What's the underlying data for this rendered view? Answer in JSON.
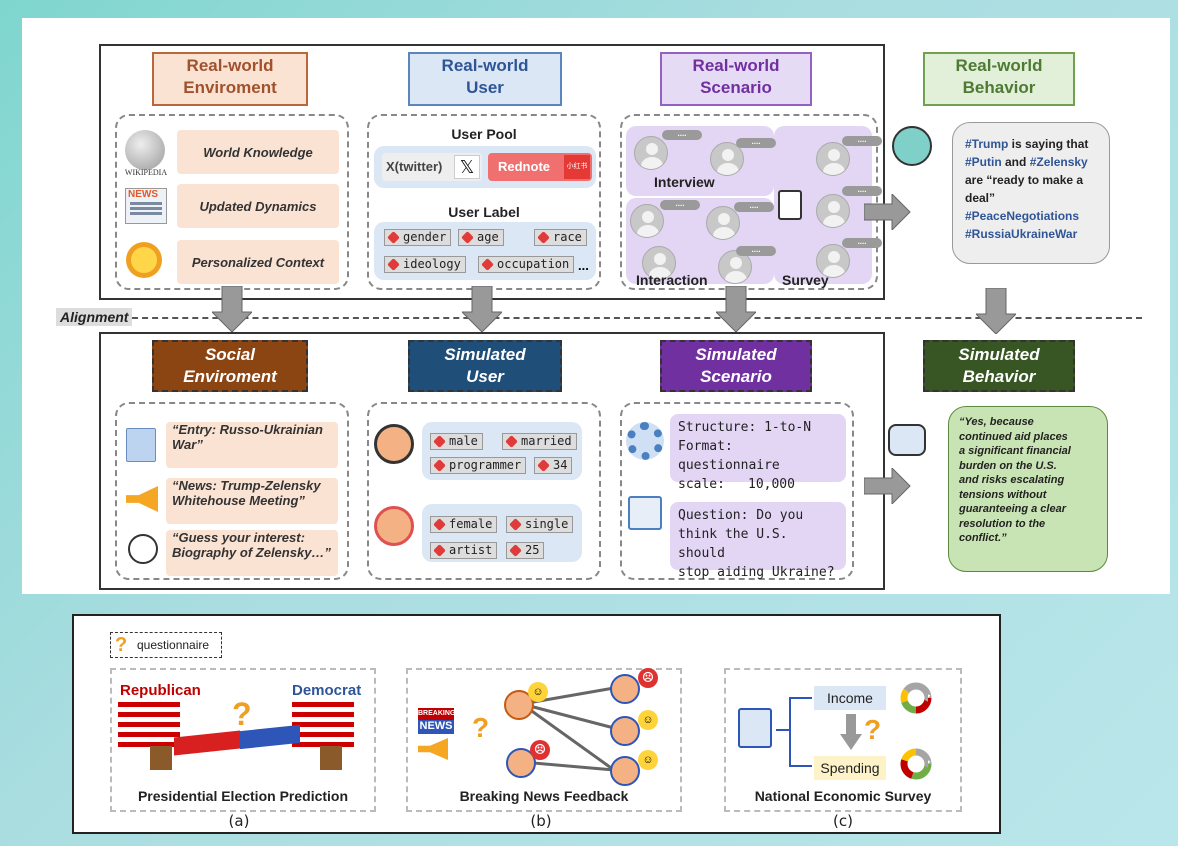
{
  "top": {
    "real_headers": [
      {
        "line1": "Real-world",
        "line2": "Enviroment"
      },
      {
        "line1": "Real-world",
        "line2": "User"
      },
      {
        "line1": "Real-world",
        "line2": "Scenario"
      },
      {
        "line1": "Real-world",
        "line2": "Behavior"
      }
    ],
    "sim_headers": [
      {
        "line1": "Social",
        "line2": "Enviroment"
      },
      {
        "line1": "Simulated",
        "line2": "User"
      },
      {
        "line1": "Simulated",
        "line2": "Scenario"
      },
      {
        "line1": "Simulated",
        "line2": "Behavior"
      }
    ],
    "alignment_label": "Alignment",
    "environment_items": [
      "World Knowledge",
      "Updated Dynamics",
      "Personalized Context"
    ],
    "wikipedia_label": "WIKIPEDIA",
    "news_label": "NEWS",
    "user_pool_title": "User Pool",
    "platforms": [
      "X(twitter)",
      "Rednote"
    ],
    "rednote_badge": "小红书",
    "user_label_title": "User Label",
    "user_labels": [
      "gender",
      "age",
      "race",
      "ideology",
      "occupation"
    ],
    "ellipsis": "...",
    "scenario_labels": [
      "Interview",
      "Interaction",
      "Survey"
    ],
    "dots": "....",
    "real_behavior_post": {
      "l1_tag": "#Trump",
      "l1_rest": " is saying that",
      "l2_tag1": "#Putin",
      "l2_mid": " and ",
      "l2_tag2": "#Zelensky",
      "l3": "are “ready to make a",
      "l4": "deal”",
      "l5": "#PeaceNegotiations",
      "l6": "#RussiaUkraineWar"
    },
    "social_items": [
      {
        "l1": "“Entry: Russo-Ukrainian",
        "l2": "War”"
      },
      {
        "l1": "“News: Trump-Zelensky",
        "l2": "Whitehouse Meeting”"
      },
      {
        "l1": "“Guess your interest:",
        "l2": "Biography of Zelensky…”"
      }
    ],
    "sim_user1_tags": [
      "male",
      "married",
      "programmer",
      "34"
    ],
    "sim_user2_tags": [
      "female",
      "single",
      "artist",
      "25"
    ],
    "scenario_structure": {
      "k1": "Structure:",
      "v1": "1-to-N",
      "k2": "Format:",
      "v2": "questionnaire",
      "k3": "scale:",
      "v3": "10,000"
    },
    "scenario_question": {
      "l1": "Question:  Do you",
      "l2": "think the U.S. should",
      "l3": "stop aiding Ukraine?"
    },
    "sim_behavior_text": [
      "“Yes, because",
      "continued aid places",
      "a significant financial",
      "burden on the U.S.",
      "and risks escalating",
      "tensions without",
      "guaranteeing a clear",
      "resolution to the",
      "conflict.”"
    ]
  },
  "bottom": {
    "questionnaire_label": "questionnaire",
    "republican": "Republican",
    "democrat": "Democrat",
    "panel_a_caption": "Presidential Election Prediction",
    "panel_b_caption": "Breaking News Feedback",
    "panel_c_caption": "National Economic Survey",
    "breaking_news_l1": "BREAKING",
    "breaking_news_l2": "NEWS",
    "income": "Income",
    "spending": "Spending",
    "sub_a": "(a)",
    "sub_b": "(b)",
    "sub_c": "(c)"
  },
  "colors": {
    "env": "#8b4513",
    "user": "#1f4e79",
    "scenario": "#7030a0",
    "behavior": "#375623",
    "hashtag": "#2f5597"
  }
}
